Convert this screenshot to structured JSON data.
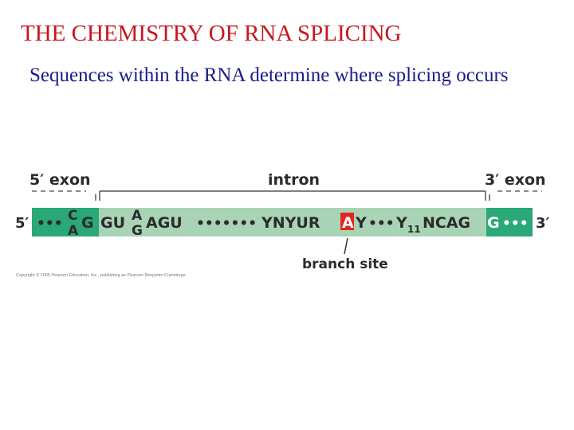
{
  "title": "THE CHEMISTRY OF RNA SPLICING",
  "subtitle": "Sequences within the RNA determine where splicing occurs",
  "diagram": {
    "label_5_exon": "5′ exon",
    "label_intron": "intron",
    "label_3_exon": "3′ exon",
    "end_5": "5′",
    "end_3": "3′",
    "seq_left_dots": "•••",
    "exon5_top": "C",
    "exon5_bottom": "A",
    "exon5_g": "G",
    "seq_gu": "GU",
    "intron_top": "A",
    "intron_bottom": "G",
    "seq_agu": "AGU",
    "seq_mid_dots": "•••••••",
    "seq_ynyur": "YNYUR",
    "branch_a": "A",
    "seq_y": "Y",
    "seq_dots2": "•••",
    "seq_y11": "Y",
    "seq_y11_sub": "11",
    "seq_ncag": "NCAG",
    "exon3_g": "G",
    "seq_right_dots": "•••",
    "branch_site_label": "branch site",
    "copyright": "Copyright © 2006 Pearson Education, Inc., publishing as Pearson Benjamin Cummings.",
    "colors": {
      "exon": "#2aa877",
      "intron": "#a8d4b5",
      "branch": "#e52320"
    }
  }
}
